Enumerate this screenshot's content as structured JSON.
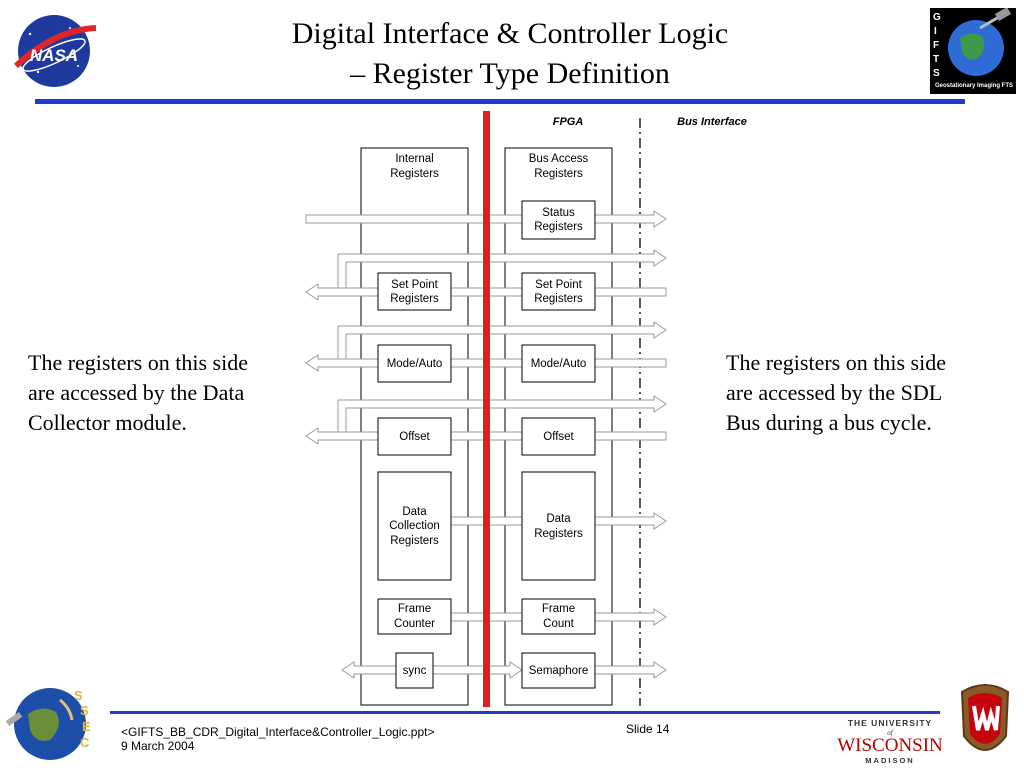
{
  "slide": {
    "title_line1": "Digital Interface & Controller Logic",
    "title_line2": "– Register Type Definition",
    "left_text": [
      "The registers on this side",
      "are accessed by the Data",
      "Collector module."
    ],
    "right_text": [
      "The registers on this side",
      "are accessed by the SDL",
      "Bus during a bus cycle."
    ],
    "footer_file": "<GIFTS_BB_CDR_Digital_Interface&Controller_Logic.ppt>",
    "footer_date": "9 March 2004",
    "slide_number": "Slide 14"
  },
  "logos": {
    "nasa": "NASA",
    "gifts_letters": [
      "G",
      "I",
      "F",
      "T",
      "S"
    ],
    "gifts_caption": "Geostationary Imaging FTS",
    "ssec_letters": [
      "S",
      "S",
      "E",
      "C"
    ],
    "uw_top": "THE UNIVERSITY",
    "uw_of": "of",
    "uw_main": "WISCONSIN",
    "uw_bottom": "MADISON"
  },
  "diagram": {
    "fpga_label": "FPGA",
    "bus_label": "Bus Interface",
    "internal_header": [
      "Internal",
      "Registers"
    ],
    "bus_header": [
      "Bus Access",
      "Registers"
    ],
    "internal_boxes": [
      [
        "Set Point",
        "Registers"
      ],
      [
        "Mode/Auto"
      ],
      [
        "Offset"
      ],
      [
        "Data",
        "Collection",
        "Registers"
      ],
      [
        "Frame",
        "Counter"
      ],
      [
        "sync"
      ]
    ],
    "bus_boxes": [
      [
        "Status",
        "Registers"
      ],
      [
        "Set Point",
        "Registers"
      ],
      [
        "Mode/Auto"
      ],
      [
        "Offset"
      ],
      [
        "Data",
        "Registers"
      ],
      [
        "Frame",
        "Count"
      ],
      [
        "Semaphore"
      ]
    ]
  },
  "colors": {
    "title_rule": "#1f3dcc",
    "fpga_divider": "#e02020"
  }
}
